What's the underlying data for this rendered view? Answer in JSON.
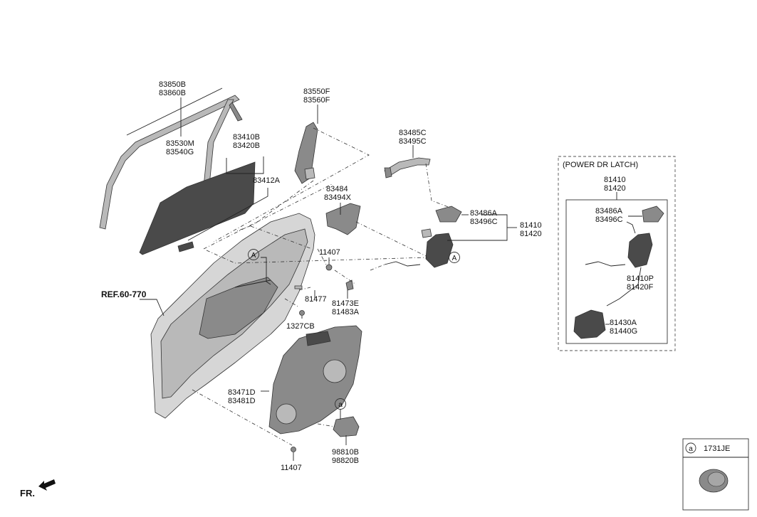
{
  "labels": {
    "p83850B": "83850B",
    "p83860B": "83860B",
    "p83530M": "83530M",
    "p83540G": "83540G",
    "p83410B": "83410B",
    "p83420B": "83420B",
    "p83412A": "83412A",
    "p83550F": "83550F",
    "p83560F": "83560F",
    "p83485C": "83485C",
    "p83495C": "83495C",
    "p83484": "83484",
    "p83494X": "83494X",
    "p83486A": "83486A",
    "p83496C": "83496C",
    "p81410": "81410",
    "p81420": "81420",
    "p11407_top": "11407",
    "p81477": "81477",
    "p81473E": "81473E",
    "p81483A": "81483A",
    "p1327CB": "1327CB",
    "ref": "REF.60-770",
    "p83471D": "83471D",
    "p83481D": "83481D",
    "p98810B": "98810B",
    "p98820B": "98820B",
    "p11407_bottom": "11407",
    "fr": "FR."
  },
  "markers": {
    "a_upper": "A",
    "a_lock": "A",
    "a_small": "a"
  },
  "power_latch": {
    "title": "(POWER DR LATCH)",
    "p81410": "81410",
    "p81420": "81420",
    "p83486A": "83486A",
    "p83496C": "83496C",
    "p81410P": "81410P",
    "p81420F": "81420F",
    "p81430A": "81430A",
    "p81440G": "81440G"
  },
  "legend": {
    "marker": "a",
    "part": "1731JE"
  }
}
